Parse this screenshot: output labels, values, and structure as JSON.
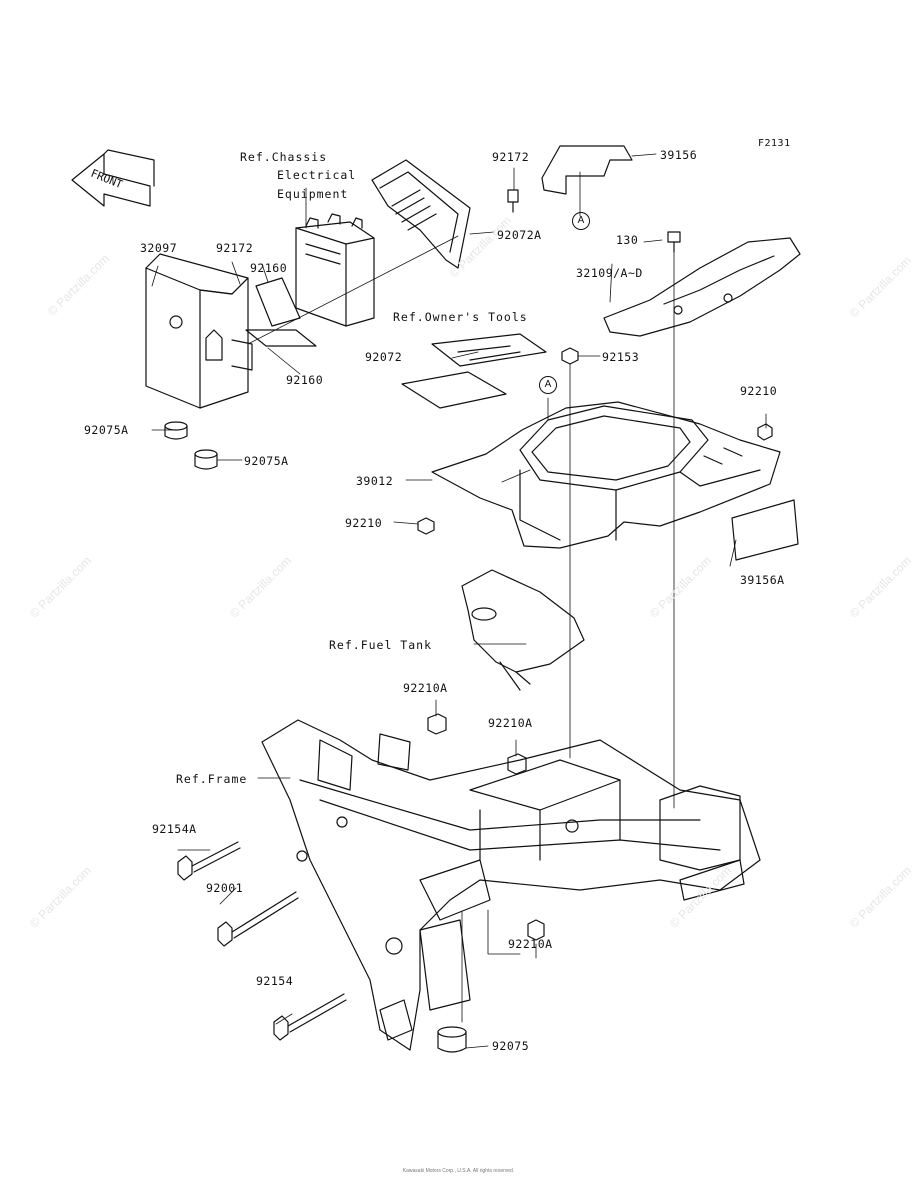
{
  "figure_code": "F2131",
  "front_label": "FRONT",
  "ref_labels": {
    "chassis_line1": "Ref.Chassis",
    "chassis_line2": "Electrical",
    "chassis_line3": "Equipment",
    "owners_tools": "Ref.Owner's Tools",
    "fuel_tank": "Ref.Fuel Tank",
    "frame": "Ref.Frame"
  },
  "part_labels": {
    "p39156": "39156",
    "p92172_top": "92172",
    "p92072A": "92072A",
    "p130": "130",
    "p32109": "32109/A~D",
    "p32097": "32097",
    "p92172_left": "92172",
    "p92160_top": "92160",
    "p92160_bottom": "92160",
    "p92072": "92072",
    "p92153": "92153",
    "p92210_right": "92210",
    "p92075A_left": "92075A",
    "p92075A_right": "92075A",
    "p39012": "39012",
    "p92210_left": "92210",
    "p39156A": "39156A",
    "p92210A_top": "92210A",
    "p92210A_mid": "92210A",
    "p92154A": "92154A",
    "p92001": "92001",
    "p92154": "92154",
    "p92210A_bottom": "92210A",
    "p92075": "92075"
  },
  "callouts": {
    "a1": "A",
    "a2": "A"
  },
  "watermark": "© Partzilla.com",
  "footer": {
    "line1": "Kawasaki Motors Corp., U.S.A. All rights reserved.",
    "line2": ""
  }
}
